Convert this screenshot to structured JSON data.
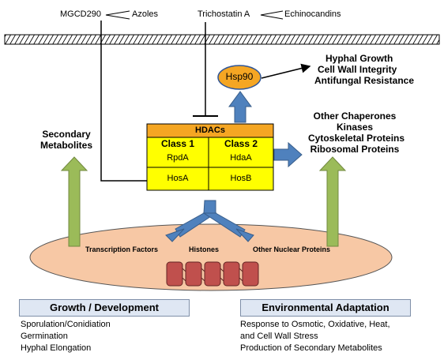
{
  "inhibitors": {
    "mgcd290": "MGCD290",
    "azoles": "Azoles",
    "trichostatin": "Trichostatin A",
    "echinocandins": "Echinocandins"
  },
  "hsp90": {
    "label": "Hsp90",
    "outcomes": [
      "Hyphal Growth",
      "Cell Wall Integrity",
      "Antifungal Resistance"
    ]
  },
  "hdacs": {
    "title": "HDACs",
    "class1": {
      "label": "Class 1",
      "members": [
        "RpdA",
        "HosA"
      ]
    },
    "class2": {
      "label": "Class 2",
      "members": [
        "HdaA",
        "HosB"
      ]
    }
  },
  "left_target": [
    "Secondary",
    "Metabolites"
  ],
  "right_targets": [
    "Other Chaperones",
    "Kinases",
    "Cytoskeletal Proteins",
    "Ribosomal Proteins"
  ],
  "nucleus": {
    "labels": [
      "Transcription Factors",
      "Histones",
      "Other Nuclear Proteins"
    ]
  },
  "growth": {
    "title": "Growth  / Development",
    "items": [
      "Sporulation/Conidiation",
      "Germination",
      "Hyphal Elongation"
    ]
  },
  "adaptation": {
    "title": "Environmental Adaptation",
    "items": [
      "Response to Osmotic, Oxidative, Heat,",
      "and Cell Wall Stress",
      "Production of Secondary Metabolites"
    ]
  },
  "colors": {
    "membrane": "#000000",
    "hsp90": "#f5a623",
    "hdac_header": "#f5a623",
    "hdac_body": "#ffff00",
    "blue_arrow": "#4f81bd",
    "green_arrow": "#9bbb59",
    "nucleus": "#f7c8a5",
    "histone": "#c0504d"
  }
}
